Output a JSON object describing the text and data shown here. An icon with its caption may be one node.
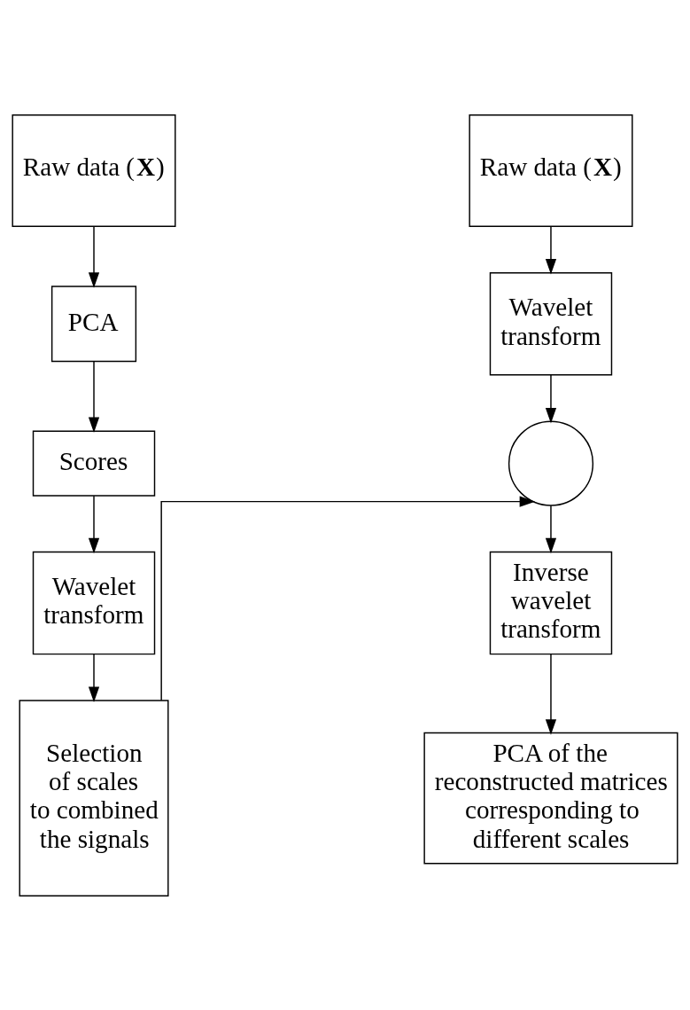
{
  "diagram": {
    "nodes": [
      {
        "text": [
          "Raw data (**X**)"
        ]
      },
      {
        "text": [
          "PCA"
        ]
      },
      {
        "text": [
          "Scores"
        ]
      },
      {
        "text": [
          "Wavelet transform"
        ]
      },
      {
        "text": [
          "Selection of scales to combined the signals"
        ]
      },
      {
        "text": [
          "Raw data (**X**)"
        ]
      },
      {
        "text": [
          "Wavelet transform"
        ]
      },
      {
        "text": [],
        "shape": "circle"
      },
      {
        "text": [
          "Inverse wavelet transform"
        ]
      },
      {
        "text": [
          "PCA of the reconstructed matrices corresponding to different scales"
        ]
      }
    ],
    "edges": [
      {
        "from": 0,
        "to": 1,
        "arrow": "to"
      },
      {
        "from": 1,
        "to": 2,
        "arrow": "to"
      },
      {
        "from": 2,
        "to": 3,
        "arrow": "to"
      },
      {
        "from": 3,
        "to": 4,
        "arrow": "to"
      },
      {
        "from": 4,
        "to": 7,
        "arrow": "to"
      },
      {
        "from": 5,
        "to": 6,
        "arrow": "to"
      },
      {
        "from": 6,
        "to": 7,
        "arrow": "to"
      },
      {
        "from": 7,
        "to": 8,
        "arrow": "to"
      },
      {
        "from": 8,
        "to": 9,
        "arrow": "to"
      }
    ]
  }
}
